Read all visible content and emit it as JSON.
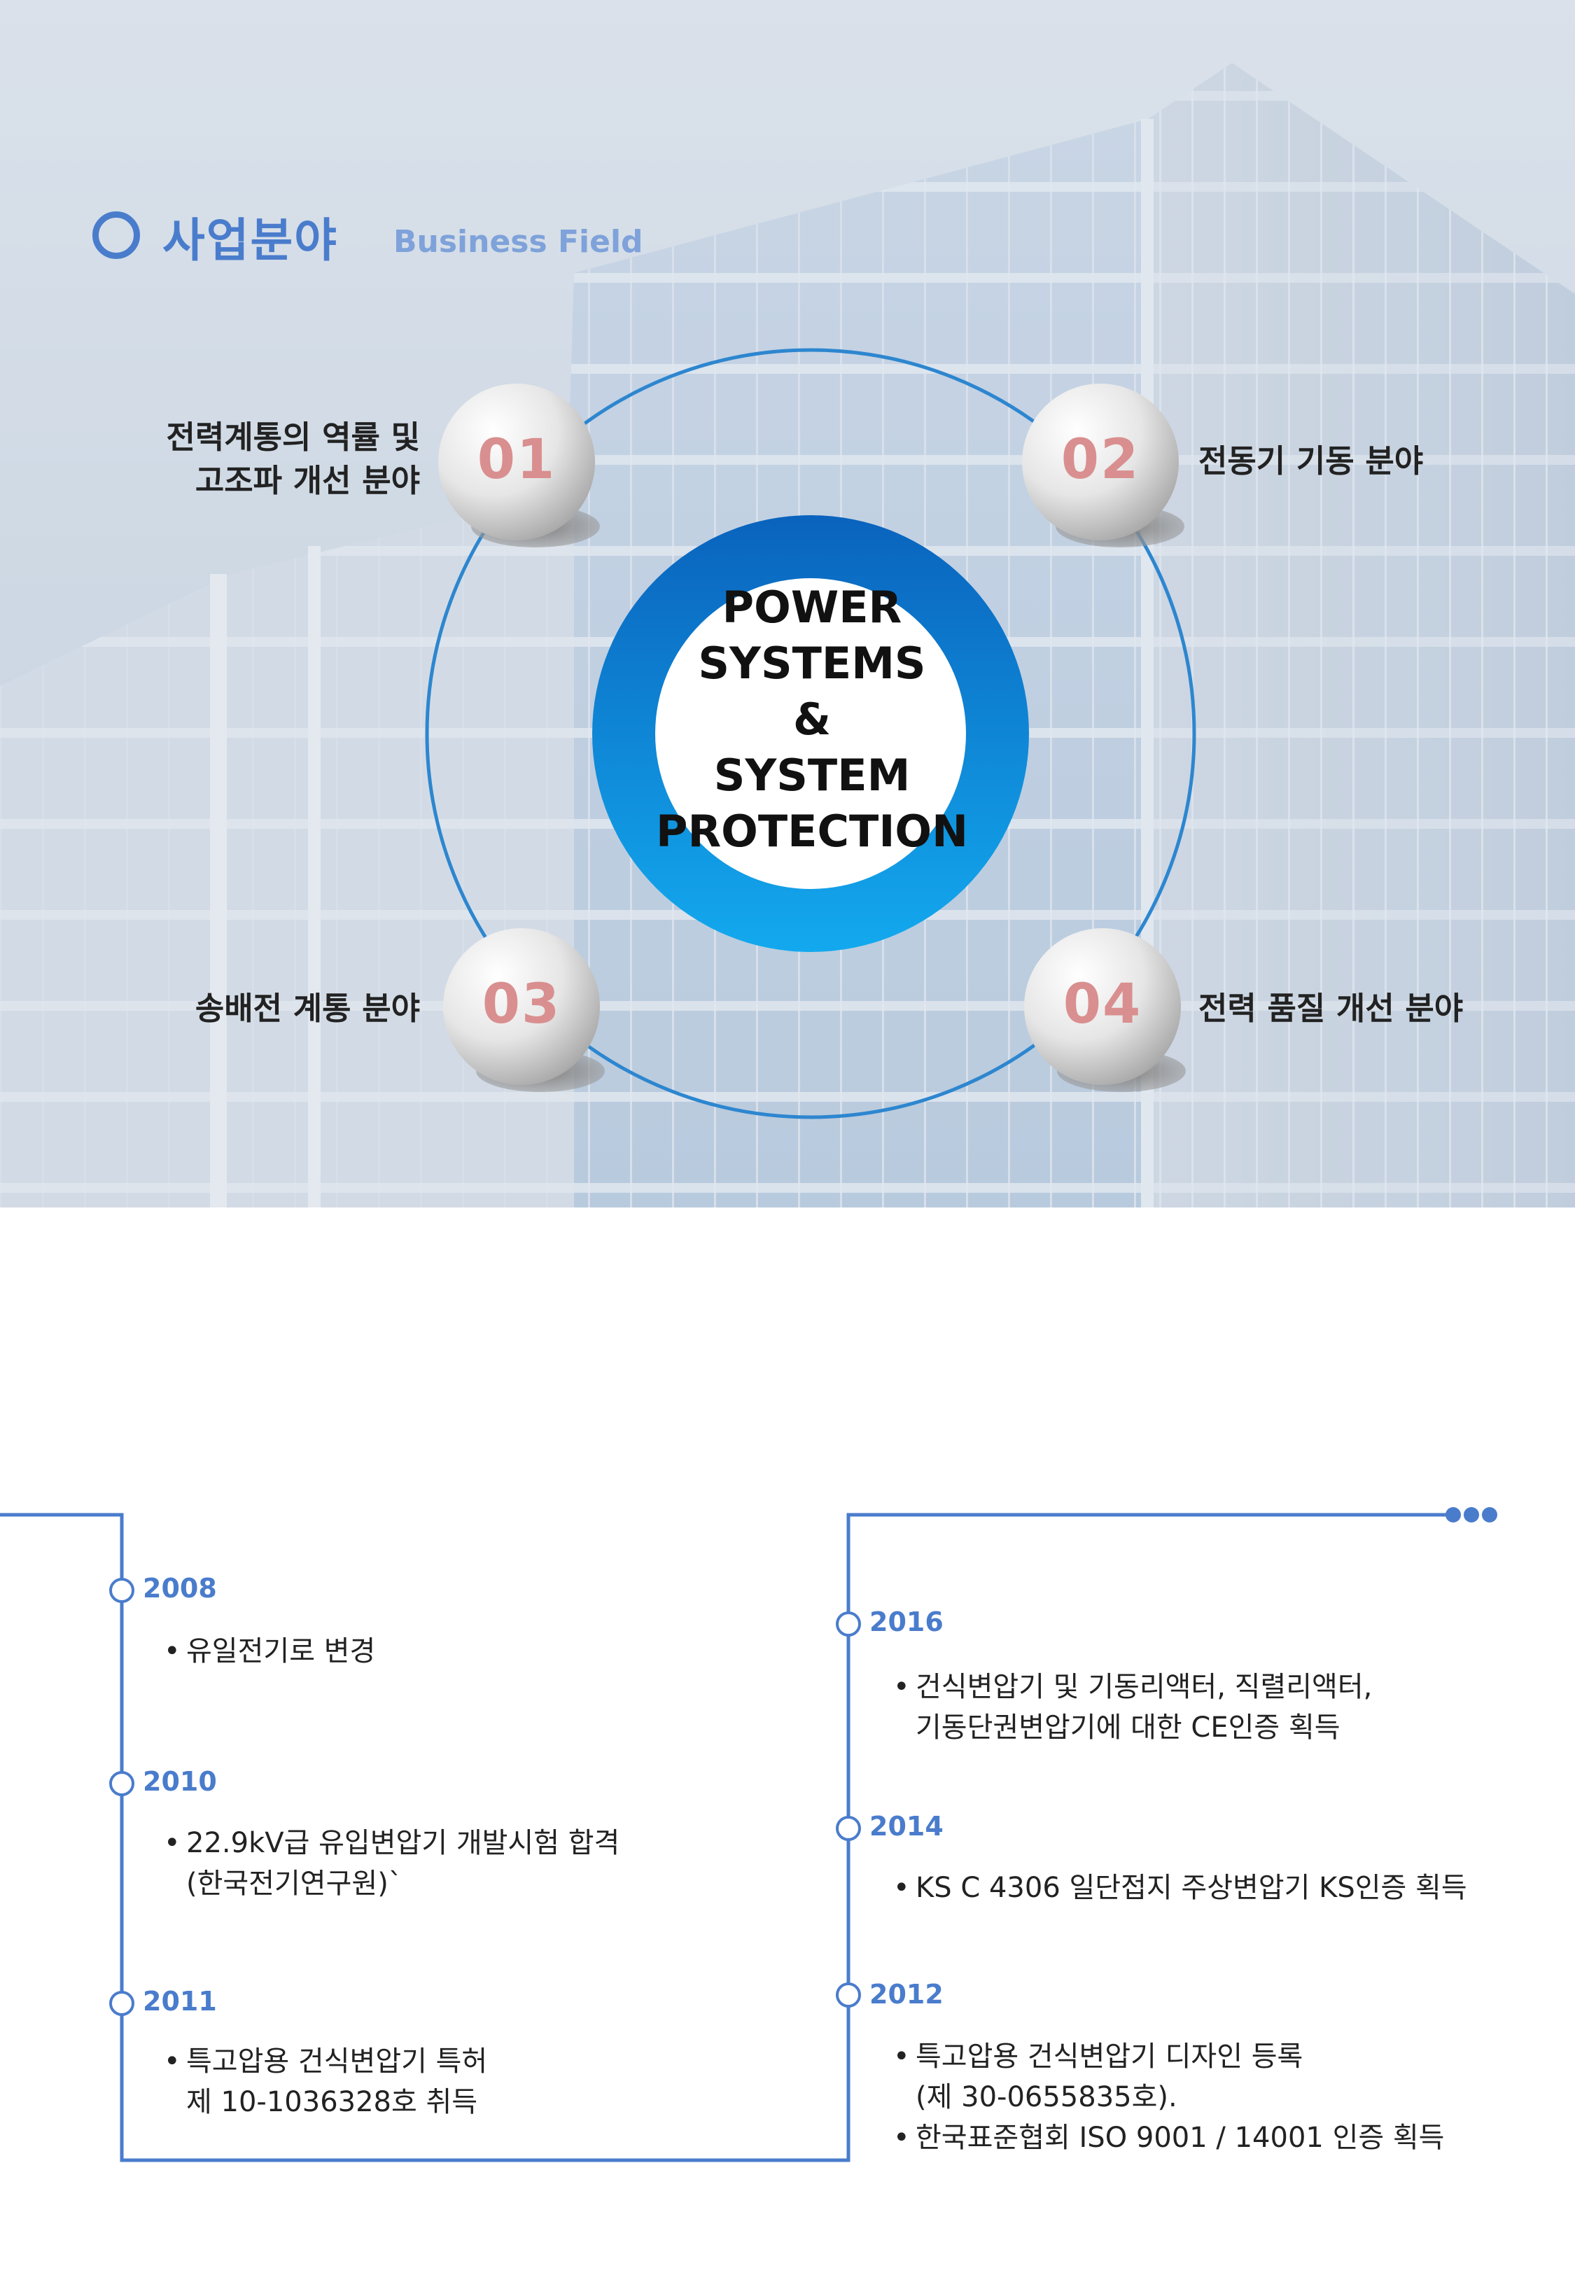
{
  "header": {
    "title_ko": "사업분야",
    "title_en": "Business Field"
  },
  "center": {
    "lines": [
      "POWER",
      "SYSTEMS",
      "&",
      "SYSTEM",
      "PROTECTION"
    ]
  },
  "fields": [
    {
      "number": "01",
      "label_lines": [
        "전력계통의 역률 및",
        "고조파 개선 분야"
      ]
    },
    {
      "number": "02",
      "label_lines": [
        "전동기 기동 분야"
      ]
    },
    {
      "number": "03",
      "label_lines": [
        "송배전 계통 분야"
      ]
    },
    {
      "number": "04",
      "label_lines": [
        "전력 품질 개선 분야"
      ]
    }
  ],
  "timeline_left": [
    {
      "year": "2008",
      "items": [
        [
          "유일전기로 변경"
        ]
      ]
    },
    {
      "year": "2010",
      "items": [
        [
          "22.9kV급 유입변압기 개발시험 합격",
          "(한국전기연구원)`"
        ]
      ]
    },
    {
      "year": "2011",
      "items": [
        [
          "특고압용 건식변압기 특허",
          "제 10-1036328호 취득"
        ]
      ]
    }
  ],
  "timeline_right": [
    {
      "year": "2016",
      "items": [
        [
          "건식변압기 및 기동리액터, 직렬리액터,",
          "기동단권변압기에 대한 CE인증 획득"
        ]
      ]
    },
    {
      "year": "2014",
      "items": [
        [
          "KS C 4306 일단접지 주상변압기 KS인증 획득"
        ]
      ]
    },
    {
      "year": "2012",
      "items": [
        [
          "특고압용 건식변압기 디자인 등록",
          " (제 30-0655835호)."
        ],
        [
          "한국표준협회 ISO 9001 / 14001 인증 획득"
        ]
      ]
    }
  ],
  "colors": {
    "accent": "#4a7ccc",
    "ring_dark": "#0a63bd",
    "ring_light": "#13a5ea",
    "number": "#d98f8f"
  }
}
